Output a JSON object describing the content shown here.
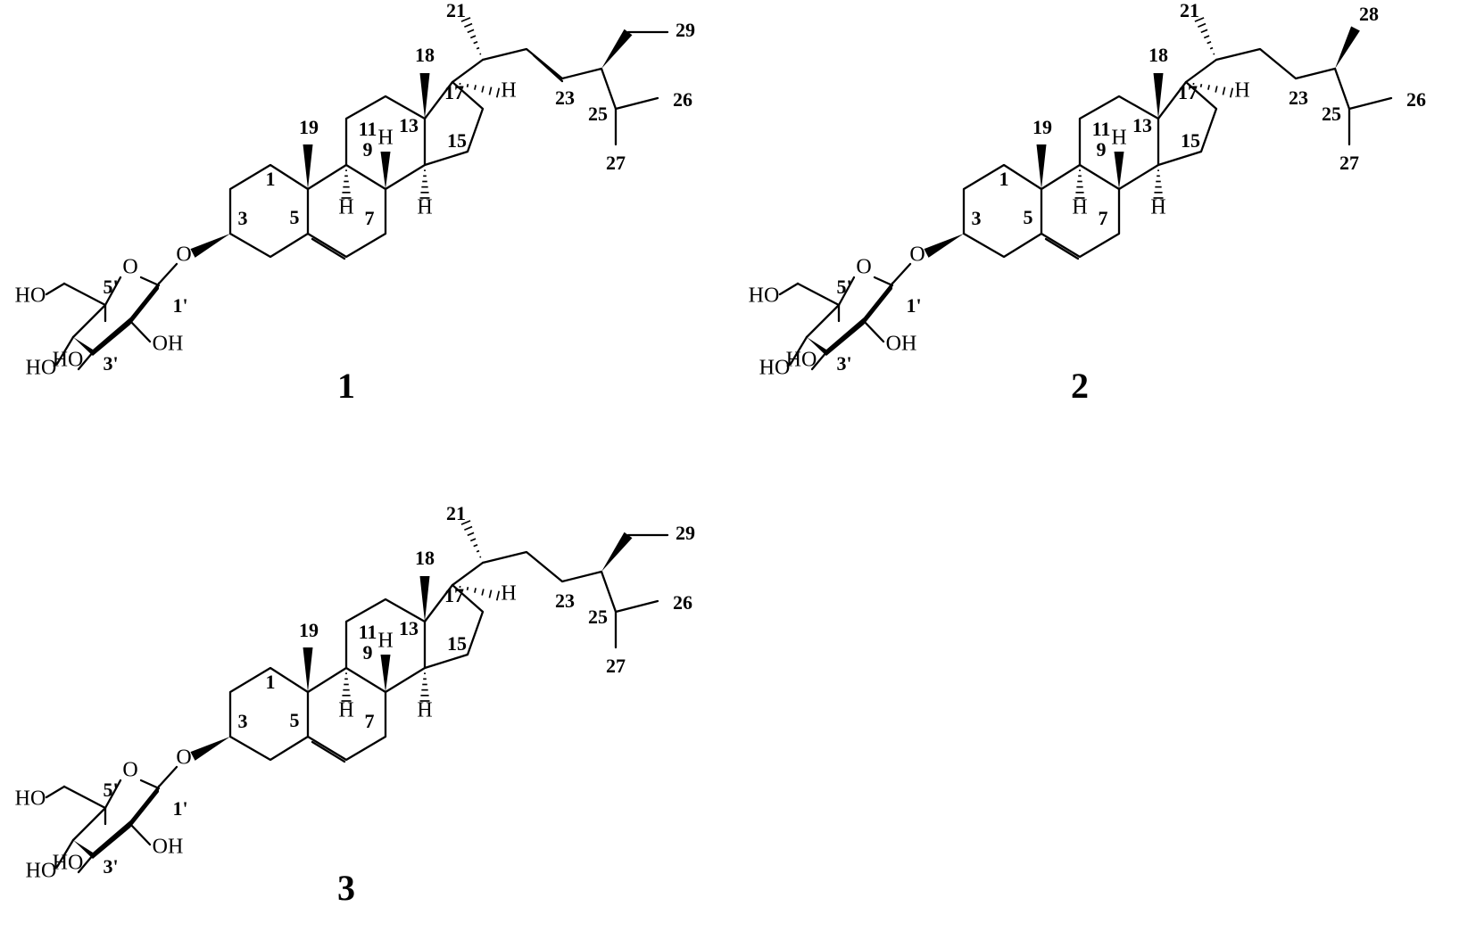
{
  "compounds": [
    {
      "id": "1",
      "side_chain": "ethyl_ene",
      "labels": {
        "c1": "1",
        "c3": "3",
        "c5": "5",
        "c7": "7",
        "c9": "9",
        "c11": "11",
        "c13": "13",
        "c15": "15",
        "c17": "17",
        "c18": "18",
        "c19": "19",
        "c21": "21",
        "c23": "23",
        "c25": "25",
        "c26": "26",
        "c27": "27",
        "c29": "29",
        "s1": "1'",
        "s3": "3'",
        "s5": "5'"
      },
      "atoms": {
        "o_link": "O",
        "o_ring": "O",
        "ho_ch2": "HO",
        "oh_2": "OH",
        "ho_3": "HO",
        "ho_4": "HO",
        "h9": "H",
        "h8": "H",
        "h14": "H",
        "h17": "H"
      }
    },
    {
      "id": "2",
      "side_chain": "methyl",
      "labels": {
        "c1": "1",
        "c3": "3",
        "c5": "5",
        "c7": "7",
        "c9": "9",
        "c11": "11",
        "c13": "13",
        "c15": "15",
        "c17": "17",
        "c18": "18",
        "c19": "19",
        "c21": "21",
        "c23": "23",
        "c25": "25",
        "c26": "26",
        "c27": "27",
        "c28": "28",
        "s1": "1'",
        "s3": "3'",
        "s5": "5'"
      },
      "atoms": {
        "o_link": "O",
        "o_ring": "O",
        "ho_ch2": "HO",
        "oh_2": "OH",
        "ho_3": "HO",
        "ho_4": "HO",
        "h9": "H",
        "h8": "H",
        "h14": "H",
        "h17": "H"
      }
    },
    {
      "id": "3",
      "side_chain": "ethyl",
      "labels": {
        "c1": "1",
        "c3": "3",
        "c5": "5",
        "c7": "7",
        "c9": "9",
        "c11": "11",
        "c13": "13",
        "c15": "15",
        "c17": "17",
        "c18": "18",
        "c19": "19",
        "c21": "21",
        "c23": "23",
        "c25": "25",
        "c26": "26",
        "c27": "27",
        "c29": "29",
        "s1": "1'",
        "s3": "3'",
        "s5": "5'"
      },
      "atoms": {
        "o_link": "O",
        "o_ring": "O",
        "ho_ch2": "HO",
        "oh_2": "OH",
        "ho_3": "HO",
        "ho_4": "HO",
        "h9": "H",
        "h8": "H",
        "h14": "H",
        "h17": "H"
      }
    }
  ]
}
